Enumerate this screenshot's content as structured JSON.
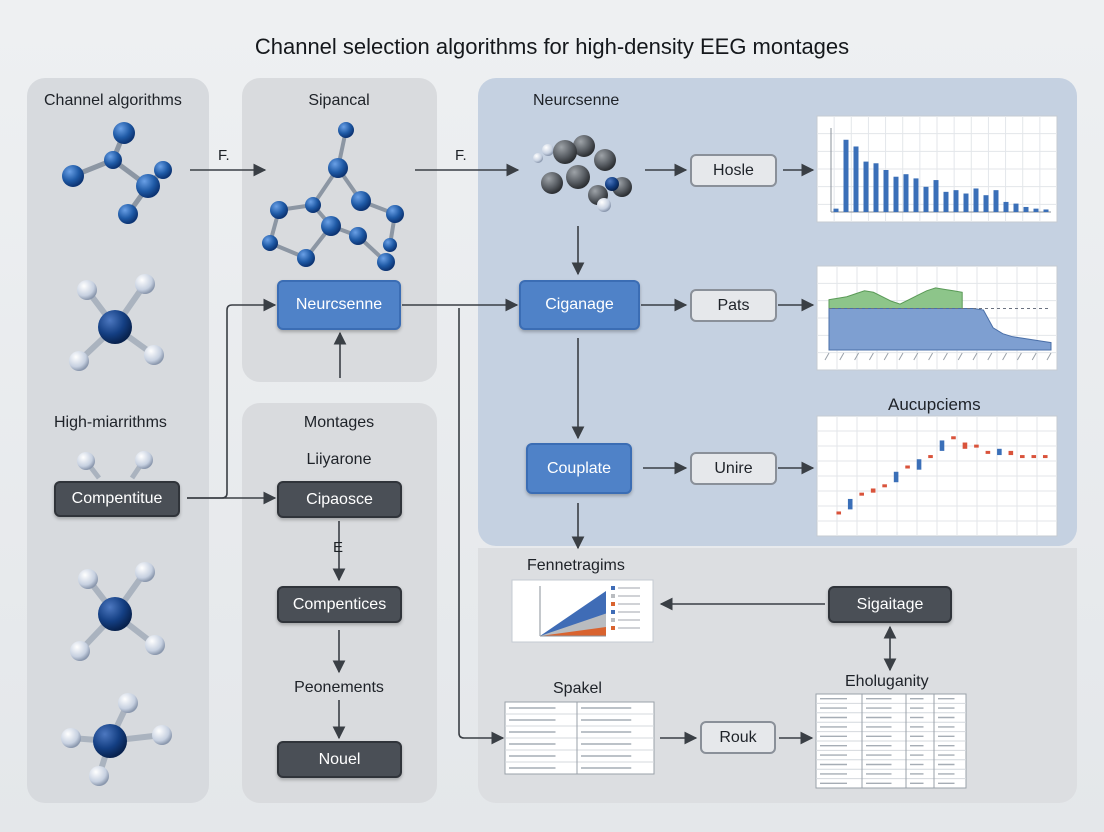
{
  "title": "Channel selection algorithms for high-density EEG montages",
  "panels": {
    "left_top": "Channel algorithms",
    "left_mid": "High-miarrithms",
    "mid_top": "Sipancal",
    "mid_bottom": "Montages",
    "mid_bottom_sub": "Liiyarone",
    "right_top": "Neurcsenne"
  },
  "nodes": {
    "compentitue": "Compentitue",
    "neurcsenne": "Neurcsenne",
    "cipaosce": "Cipaosce",
    "compentices": "Compentices",
    "peonements": "Peonements",
    "nouel": "Nouel",
    "ciganage": "Ciganage",
    "couplate": "Couplate",
    "hosle": "Hosle",
    "pats": "Pats",
    "unire": "Unire",
    "sigaitage": "Sigaitage",
    "rouk": "Rouk"
  },
  "edge_labels": {
    "f1": "F.",
    "f2": "F.",
    "e": "E"
  },
  "chart_labels": {
    "aucupciems": "Aucupciems",
    "fennetragims": "Fennetragims",
    "spakel": "Spakel",
    "eholuganity": "Eholuganity"
  },
  "colors": {
    "blue_node": "#4f82c8",
    "dark_node": "#4a4f56",
    "molecule_blue": "#1f5aa6",
    "bar_blue": "#3a6fb8",
    "area_green": "#8dc58a",
    "area_blue": "#7e9fd1",
    "candle_red": "#d9533b"
  },
  "chart_data": [
    {
      "type": "bar",
      "values": [
        4,
        86,
        78,
        60,
        58,
        50,
        42,
        45,
        40,
        30,
        38,
        24,
        26,
        22,
        28,
        20,
        26,
        12,
        10,
        6,
        4,
        3
      ]
    },
    {
      "type": "area",
      "series": [
        {
          "values": [
            68,
            70,
            72,
            76,
            80,
            78,
            72,
            66,
            62,
            68,
            74,
            80,
            84,
            82,
            80,
            78
          ]
        },
        {
          "values": [
            56,
            56,
            56,
            56,
            56,
            56,
            56,
            56,
            56,
            56,
            56,
            56,
            56,
            56,
            56,
            56,
            54,
            30,
            22,
            18,
            16,
            14,
            12,
            10
          ]
        }
      ]
    },
    {
      "type": "candlestick",
      "values": [
        {
          "o": 10,
          "c": 12,
          "up": false
        },
        {
          "o": 14,
          "c": 24,
          "up": true
        },
        {
          "o": 28,
          "c": 30,
          "up": false
        },
        {
          "o": 30,
          "c": 34,
          "up": false
        },
        {
          "o": 36,
          "c": 38,
          "up": false
        },
        {
          "o": 40,
          "c": 50,
          "up": true
        },
        {
          "o": 54,
          "c": 56,
          "up": false
        },
        {
          "o": 52,
          "c": 62,
          "up": true
        },
        {
          "o": 64,
          "c": 66,
          "up": false
        },
        {
          "o": 70,
          "c": 80,
          "up": true
        },
        {
          "o": 82,
          "c": 84,
          "up": false
        },
        {
          "o": 78,
          "c": 72,
          "up": false
        },
        {
          "o": 76,
          "c": 74,
          "up": false
        },
        {
          "o": 70,
          "c": 68,
          "up": false
        },
        {
          "o": 66,
          "c": 72,
          "up": true
        },
        {
          "o": 70,
          "c": 66,
          "up": false
        },
        {
          "o": 66,
          "c": 64,
          "up": false
        },
        {
          "o": 64,
          "c": 66,
          "up": false
        },
        {
          "o": 66,
          "c": 64,
          "up": false
        }
      ]
    },
    {
      "type": "area",
      "series": [
        {
          "values": [
            0,
            38,
            90
          ]
        },
        {
          "values": [
            0,
            22,
            45
          ]
        },
        {
          "values": [
            0,
            6,
            18
          ]
        }
      ]
    }
  ]
}
